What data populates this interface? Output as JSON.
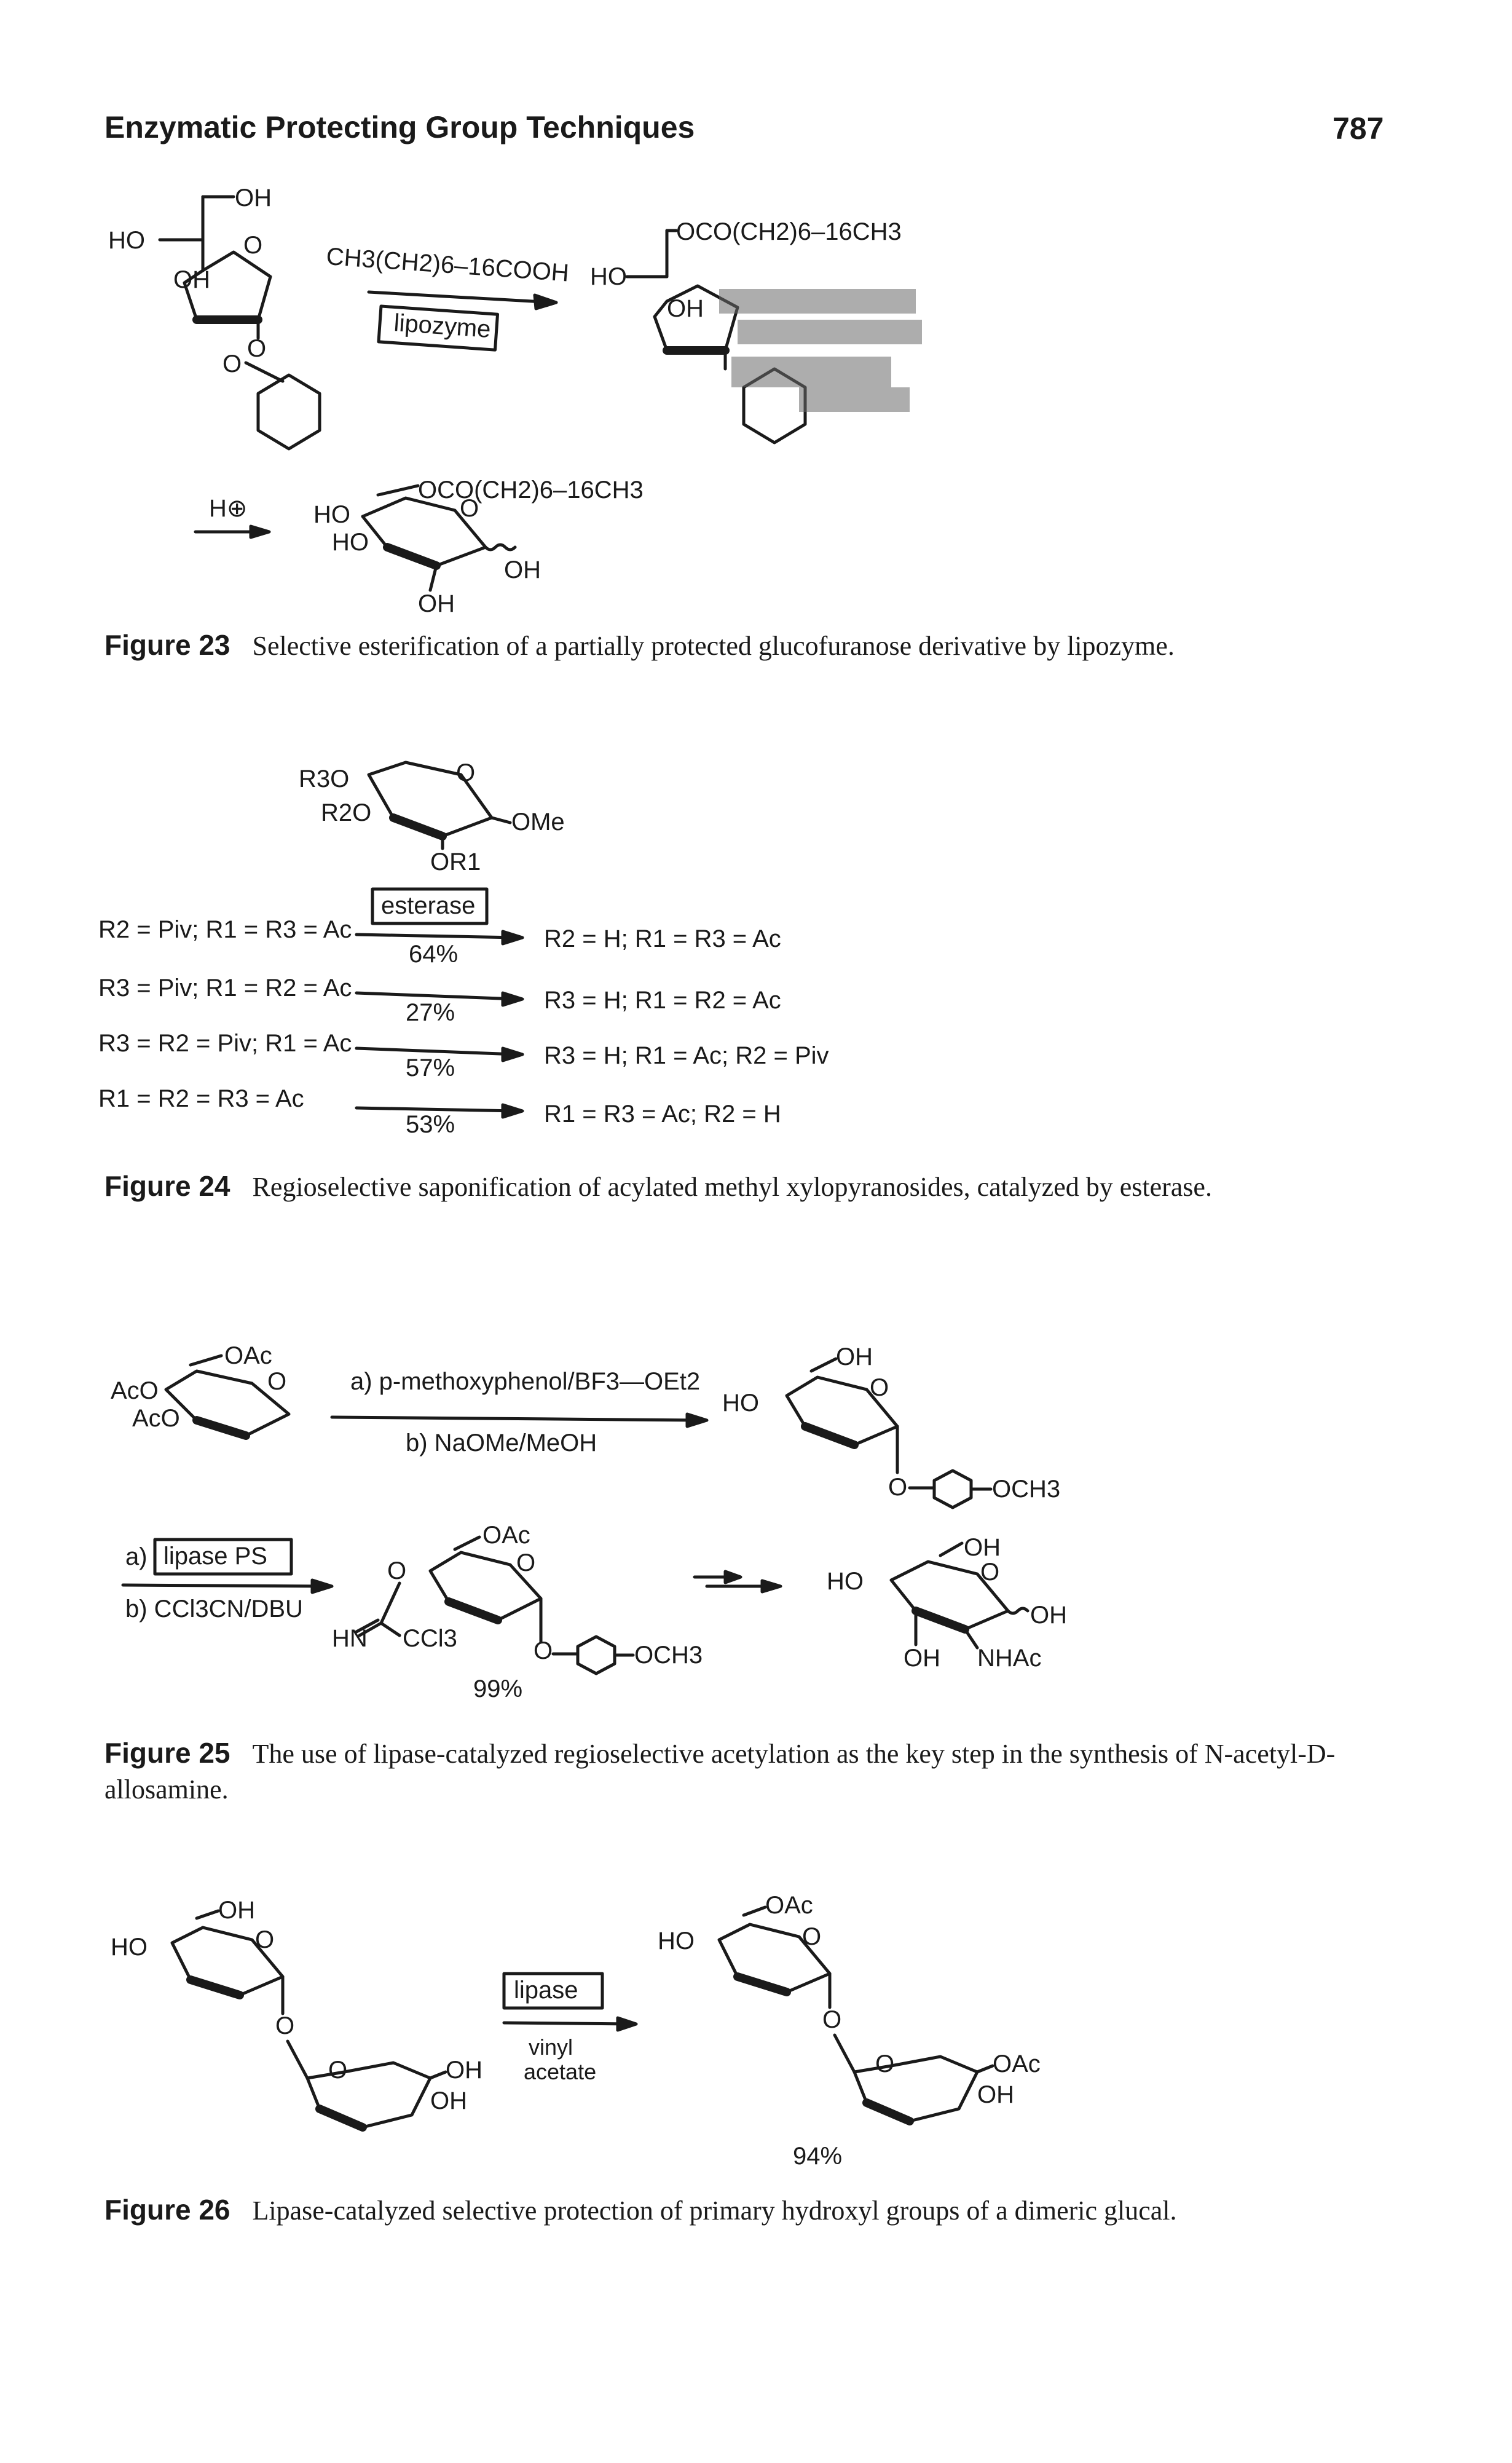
{
  "header": {
    "running_title": "Enzymatic Protecting Group Techniques",
    "page_number": "787"
  },
  "fig23": {
    "label": "Figure 23",
    "caption": "Selective esterification of a partially protected glucofuranose derivative by lipozyme.",
    "reagent": "CH3(CH2)6–16COOH",
    "enzyme": "lipozyme",
    "acid": "H⊕",
    "sm_groups": [
      "OH",
      "HO",
      "OH",
      "O",
      "O",
      "O"
    ],
    "product_group": "OCO(CH2)6–16CH3",
    "final_groups": [
      "OCO(CH2)6–16CH3",
      "HO",
      "HO",
      "O",
      "OH",
      "OH"
    ]
  },
  "fig24": {
    "label": "Figure 24",
    "caption": "Regioselective saponification of acylated methyl xylopyranosides, catalyzed by esterase.",
    "enzyme": "esterase",
    "core_groups": [
      "R3O",
      "R2O",
      "O",
      "OMe",
      "OR1"
    ],
    "rows": [
      {
        "substrate": "R2 = Piv; R1 = R3 = Ac",
        "yield": "64%",
        "product": "R2 = H; R1 = R3 = Ac"
      },
      {
        "substrate": "R3 = Piv; R1 = R2 = Ac",
        "yield": "27%",
        "product": "R3 = H; R1 = R2 = Ac"
      },
      {
        "substrate": "R3 = R2 = Piv; R1 = Ac",
        "yield": "57%",
        "product": "R3 = H; R1 = Ac; R2 = Piv"
      },
      {
        "substrate": "R1 = R2 = R3 = Ac",
        "yield": "53%",
        "product": "R1 = R3 = Ac; R2 = H"
      }
    ]
  },
  "fig25": {
    "label": "Figure 25",
    "caption": "The use of lipase-catalyzed regioselective acetylation as the key step in the synthesis of N-acetyl-D-allosamine.",
    "step1_a": "a) p-methoxyphenol/BF3—OEt2",
    "step1_b": "b) NaOMe/MeOH",
    "step2_a_prefix": "a)",
    "step2_enzyme": "lipase PS",
    "step2_b": "b) CCl3CN/DBU",
    "yield": "99%",
    "groups": [
      "OAc",
      "AcO",
      "AcO",
      "O",
      "OH",
      "HO",
      "O",
      "O",
      "OCH3",
      "OAc",
      "O",
      "O",
      "HN",
      "CCl3",
      "O",
      "OCH3",
      "OH",
      "HO",
      "O",
      "OH",
      "OH",
      "NHAc"
    ]
  },
  "fig26": {
    "label": "Figure 26",
    "caption": "Lipase-catalyzed selective protection of primary hydroxyl groups of a dimeric glucal.",
    "enzyme": "lipase",
    "reagent_line1": "vinyl",
    "reagent_line2": "acetate",
    "yield": "94%",
    "groups": [
      "OH",
      "HO",
      "O",
      "O",
      "O",
      "OH",
      "OH",
      "OAc",
      "HO",
      "O",
      "O",
      "O",
      "OAc",
      "OH"
    ]
  }
}
